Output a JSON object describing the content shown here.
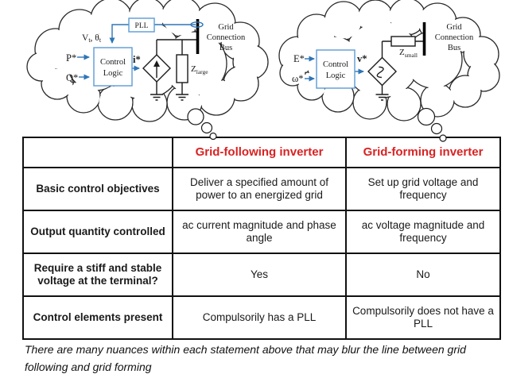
{
  "diagram": {
    "left": {
      "pll": "PLL",
      "control_line1": "Control",
      "control_line2": "Logic",
      "vt_t1": "V",
      "vt_s1": "t",
      "vt_t2": ", θ",
      "vt_s2": "t",
      "p": "P*",
      "q": "Q*",
      "i": "i*",
      "z": "Z",
      "z_sub": "large",
      "bus_lines": [
        "Grid",
        "Connection",
        "Bus"
      ]
    },
    "right": {
      "control_line1": "Control",
      "control_line2": "Logic",
      "e": "E*",
      "omega": "ω*",
      "v": "v*",
      "z": "Z",
      "z_sub": "small",
      "bus_lines": [
        "Grid",
        "Connection",
        "Bus"
      ]
    }
  },
  "table": {
    "header": {
      "col1": "",
      "col2": "Grid-following inverter",
      "col3": "Grid-forming inverter"
    },
    "rows": [
      {
        "label": "Basic control objectives",
        "following": "Deliver a specified amount of power to an energized grid",
        "forming": "Set up grid voltage and frequency"
      },
      {
        "label": "Output quantity controlled",
        "following": "ac current magnitude and phase angle",
        "forming": "ac voltage magnitude and frequency"
      },
      {
        "label": "Require a stiff and stable voltage at the terminal?",
        "following": "Yes",
        "forming": "No"
      },
      {
        "label": "Control elements present",
        "following": "Compulsorily has a PLL",
        "forming": "Compulsorily does not have a PLL"
      }
    ]
  },
  "footer": {
    "note": "There are many nuances within each statement above that may blur the line between grid following and grid forming"
  },
  "colors": {
    "header_red": "#d92222",
    "wire_blue": "#2e75b6",
    "box_blue": "#5b9bd5",
    "line_black": "#1a1a1a"
  }
}
